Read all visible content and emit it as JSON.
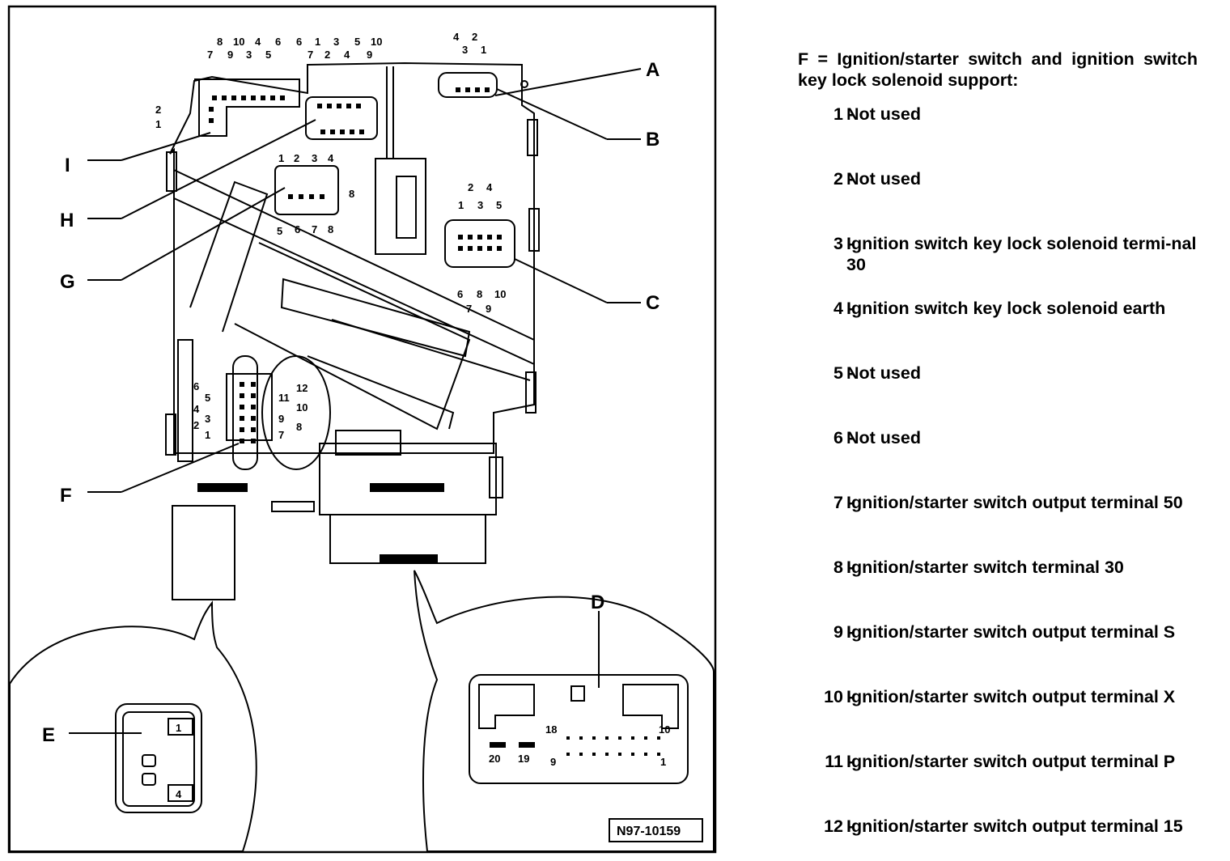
{
  "diagram": {
    "callouts": {
      "A": "A",
      "B": "B",
      "C": "C",
      "D": "D",
      "E": "E",
      "F": "F",
      "G": "G",
      "H": "H",
      "I": "I"
    },
    "figure_id": "N97-10159",
    "pins": {
      "I_top_row1": [
        "8",
        "10",
        "4",
        "6"
      ],
      "I_top_row2": [
        "7",
        "9",
        "3",
        "5"
      ],
      "I_side": [
        "2",
        "1"
      ],
      "H_top_row1": [
        "6",
        "1",
        "3",
        "10"
      ],
      "H_top_row2": [
        "7",
        "2",
        "4",
        "5",
        "9"
      ],
      "H_side": "8",
      "G_top": [
        "1",
        "2",
        "3",
        "4"
      ],
      "G_bottom": [
        "5",
        "6",
        "7",
        "8"
      ],
      "B_top_row1": [
        "4",
        "2"
      ],
      "B_top_row2": [
        "3",
        "1"
      ],
      "C_top_row1": [
        "2",
        "4"
      ],
      "C_top_row2": [
        "1",
        "3",
        "5"
      ],
      "C_bottom_row1": [
        "6",
        "8",
        "10"
      ],
      "C_bottom_row2": [
        "7",
        "9"
      ],
      "F_left": [
        "6",
        "5",
        "4",
        "3",
        "2",
        "1"
      ],
      "F_right": [
        "12",
        "11",
        "10",
        "9",
        "8",
        "7"
      ],
      "E_pins": [
        "1",
        "4"
      ],
      "D_pins": [
        "18",
        "10",
        "20",
        "19",
        "9",
        "1"
      ]
    }
  },
  "legend": {
    "title": "F = Ignition/starter switch and ignition switch key lock solenoid support:",
    "items": [
      {
        "num": "1",
        "text": "Not used"
      },
      {
        "num": "2",
        "text": "Not used"
      },
      {
        "num": "3",
        "text": "Ignition switch key lock solenoid termi-nal 30"
      },
      {
        "num": "4",
        "text": "Ignition switch key lock solenoid earth"
      },
      {
        "num": "5",
        "text": "Not used"
      },
      {
        "num": "6",
        "text": "Not used"
      },
      {
        "num": "7",
        "text": "Ignition/starter switch output terminal 50"
      },
      {
        "num": "8",
        "text": "Ignition/starter switch terminal 30"
      },
      {
        "num": "9",
        "text": "Ignition/starter switch output terminal S"
      },
      {
        "num": "10",
        "text": "Ignition/starter switch output terminal X"
      },
      {
        "num": "11",
        "text": "Ignition/starter switch output terminal P"
      },
      {
        "num": "12",
        "text": "Ignition/starter switch output terminal 15"
      }
    ]
  }
}
